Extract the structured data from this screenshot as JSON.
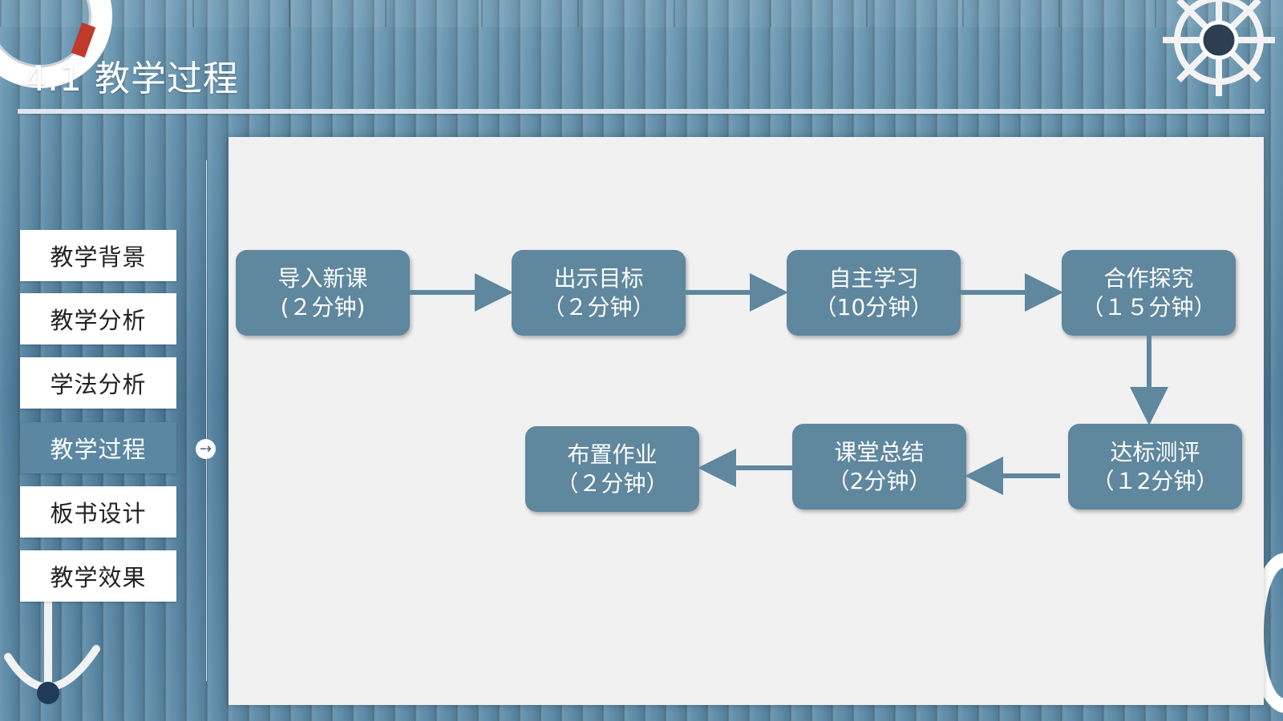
{
  "slide": {
    "title": "4.1 教学过程"
  },
  "sidebar": {
    "items": [
      {
        "label": "教学背景",
        "active": false
      },
      {
        "label": "教学分析",
        "active": false
      },
      {
        "label": "学法分析",
        "active": false
      },
      {
        "label": "教学过程",
        "active": true
      },
      {
        "label": "板书设计",
        "active": false
      },
      {
        "label": "教学效果",
        "active": false
      }
    ],
    "active_indicator_icon": "arrow-right-circle-icon"
  },
  "flow": {
    "steps": [
      {
        "title": "导入新课",
        "duration": "(２分钟)"
      },
      {
        "title": "出示目标",
        "duration": "（２分钟）"
      },
      {
        "title": "自主学习",
        "duration": "（10分钟）"
      },
      {
        "title": "合作探究",
        "duration": "（１５分钟）"
      },
      {
        "title": "达标测评",
        "duration": "（１2分钟）"
      },
      {
        "title": "课堂总结",
        "duration": "（2分钟）"
      },
      {
        "title": "布置作业",
        "duration": "（２分钟）"
      }
    ]
  },
  "colors": {
    "step_fill": "#5f879e",
    "panel_bg": "#f1f1f2",
    "active_nav": "#5c87a3"
  }
}
